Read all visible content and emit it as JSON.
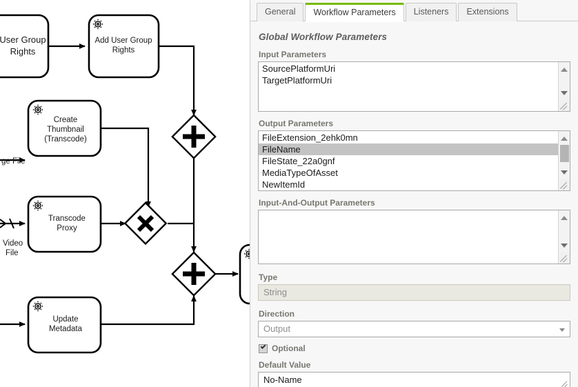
{
  "panel": {
    "tabs": [
      {
        "label": "General",
        "active": false
      },
      {
        "label": "Workflow Parameters",
        "active": true
      },
      {
        "label": "Listeners",
        "active": false
      },
      {
        "label": "Extensions",
        "active": false
      }
    ],
    "section_title": "Global Workflow Parameters",
    "input_parameters": {
      "label": "Input Parameters",
      "items": [
        "SourcePlatformUri",
        "TargetPlatformUri"
      ]
    },
    "output_parameters": {
      "label": "Output Parameters",
      "items": [
        "FileExtension_2ehk0mn",
        "FileName",
        "FileState_22a0gnf",
        "MediaTypeOfAsset",
        "NewItemId"
      ],
      "selected": "FileName"
    },
    "input_and_output_parameters": {
      "label": "Input-And-Output Parameters",
      "items": []
    },
    "type": {
      "label": "Type",
      "value": "String"
    },
    "direction": {
      "label": "Direction",
      "value": "Output"
    },
    "optional": {
      "label": "Optional",
      "checked": true
    },
    "default_value": {
      "label": "Default Value",
      "value": "No-Name"
    }
  },
  "diagram": {
    "tasks": [
      {
        "id": "user-group-rights",
        "label": "User Group\nRights"
      },
      {
        "id": "add-user-group-rights",
        "label": "Add User Group\nRights"
      },
      {
        "id": "create-thumbnail",
        "label": "Create\nThumbnail\n(Transcode)"
      },
      {
        "id": "transcode-proxy",
        "label": "Transcode\nProxy"
      },
      {
        "id": "update-metadata",
        "label": "Update\nMetadata"
      }
    ],
    "data_objects": [
      {
        "id": "image-file",
        "label": "ge File"
      },
      {
        "id": "video-file",
        "label": "Video\nFile"
      }
    ],
    "gateways": [
      {
        "id": "parallel-gateway-top",
        "symbol": "+"
      },
      {
        "id": "exclusive-gateway",
        "symbol": "X"
      },
      {
        "id": "parallel-gateway-bottom",
        "symbol": "+"
      }
    ]
  },
  "colors": {
    "accent_green": "#76b900",
    "panel_bg": "#f7f7f7",
    "selection": "#c3c3c3",
    "readonly_bg": "#e9e9e1",
    "label_text": "#777770"
  }
}
